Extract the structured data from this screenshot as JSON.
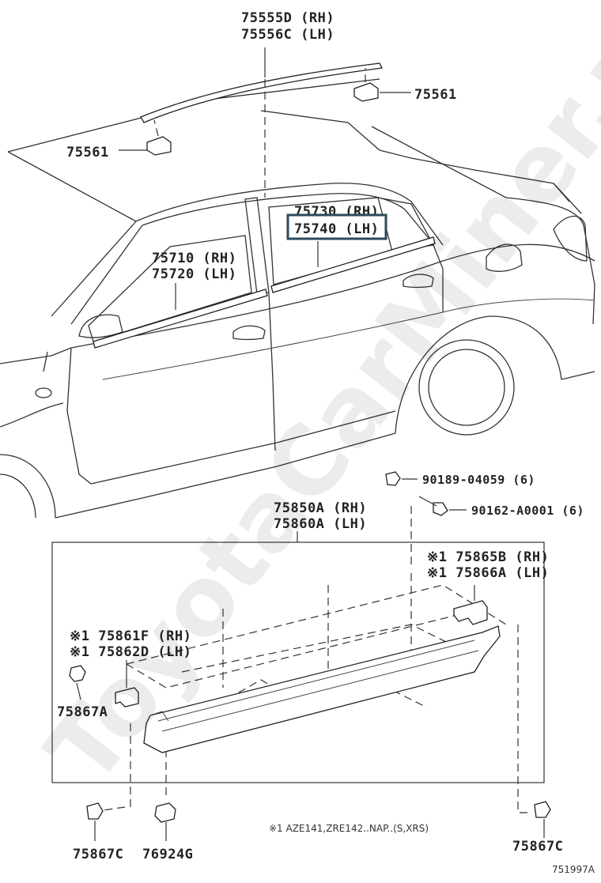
{
  "diagram": {
    "parts": {
      "roof_molding_rh": "75555D (RH)",
      "roof_molding_lh": "75556C (LH)",
      "clip_right": "75561",
      "clip_left": "75561",
      "rear_door_rh": "75730 (RH)",
      "rear_door_lh": "75740 (LH)",
      "front_door_rh": "75710 (RH)",
      "front_door_lh": "75720 (LH)",
      "screw_1": "90189-04059 (6)",
      "screw_2": "90162-A0001 (6)",
      "rocker_rh": "75850A (RH)",
      "rocker_lh": "75860A (LH)",
      "bracket_b_rh": "※1 75865B (RH)",
      "bracket_b_lh": "※1 75866A (LH)",
      "bracket_f_rh": "※1 75861F (RH)",
      "bracket_f_lh": "※1 75862D (LH)",
      "clip_75867a": "75867A",
      "clip_75867c_left": "75867C",
      "nut_76924g": "76924G",
      "clip_75867c_right": "75867C"
    },
    "footnote": "※1 AZE141,ZRE142..NAP..(S,XRS)",
    "diagram_code": "751997A",
    "watermark": "ToyotaCarMiner.ru",
    "highlight_color": "#2b4a5a"
  }
}
